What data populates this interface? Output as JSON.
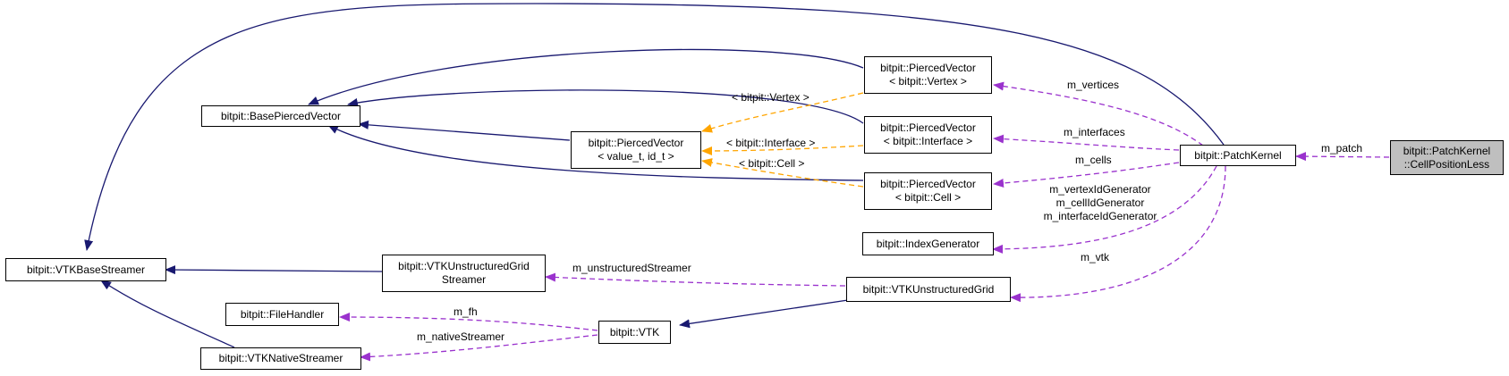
{
  "nodes": {
    "base_pierced_vector": "bitpit::BasePiercedVector",
    "vtk_base_streamer": "bitpit::VTKBaseStreamer",
    "pv_generic_1": "bitpit::PiercedVector",
    "pv_generic_2": "< value_t, id_t >",
    "pv_vertex_1": "bitpit::PiercedVector",
    "pv_vertex_2": "< bitpit::Vertex >",
    "pv_interface_1": "bitpit::PiercedVector",
    "pv_interface_2": "< bitpit::Interface >",
    "pv_cell_1": "bitpit::PiercedVector",
    "pv_cell_2": "< bitpit::Cell >",
    "index_generator": "bitpit::IndexGenerator",
    "vtk_ug_streamer_1": "bitpit::VTKUnstructuredGrid",
    "vtk_ug_streamer_2": "Streamer",
    "vtk_unstructured_grid": "bitpit::VTKUnstructuredGrid",
    "file_handler": "bitpit::FileHandler",
    "vtk": "bitpit::VTK",
    "vtk_native_streamer": "bitpit::VTKNativeStreamer",
    "patch_kernel": "bitpit::PatchKernel",
    "cpl_1": "bitpit::PatchKernel",
    "cpl_2": "::CellPositionLess"
  },
  "labels": {
    "vertex_tmpl": "< bitpit::Vertex >",
    "interface_tmpl": "< bitpit::Interface >",
    "cell_tmpl": "< bitpit::Cell >",
    "m_vertices": "m_vertices",
    "m_interfaces": "m_interfaces",
    "m_cells": "m_cells",
    "m_vertex_id_gen": "m_vertexIdGenerator",
    "m_cell_id_gen": "m_cellIdGenerator",
    "m_interface_id_gen": "m_interfaceIdGenerator",
    "m_vtk": "m_vtk",
    "m_unstructured_streamer": "m_unstructuredStreamer",
    "m_fh": "m_fh",
    "m_native_streamer": "m_nativeStreamer",
    "m_patch": "m_patch"
  },
  "colors": {
    "inheritance": "#191970",
    "usage": "#9a32cd",
    "template": "#ffa500",
    "focus_fill": "#bfbfbf"
  }
}
